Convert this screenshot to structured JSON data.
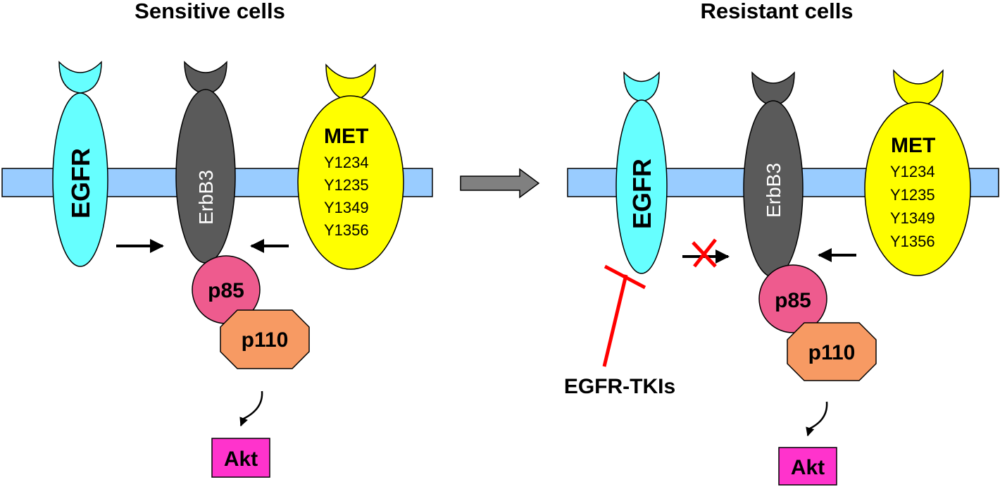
{
  "titles": {
    "sensitive": "Sensitive cells",
    "resistant": "Resistant cells"
  },
  "labels": {
    "egfr": "EGFR",
    "erbb3": "ErbB3",
    "met": "MET",
    "p85": "p85",
    "p110": "p110",
    "akt": "Akt",
    "tki": "EGFR-TKIs"
  },
  "met_sites": [
    "Y1234",
    "Y1235",
    "Y1349",
    "Y1356"
  ],
  "colors": {
    "membrane": "#99ccff",
    "egfr": "#66ffff",
    "erbb3": "#5a5a5a",
    "met": "#ffff00",
    "p85": "#ee5b8e",
    "p110": "#f79a63",
    "akt": "#ff33cc",
    "inhibitor": "#ff0000",
    "transition_arrow": "#808080"
  }
}
